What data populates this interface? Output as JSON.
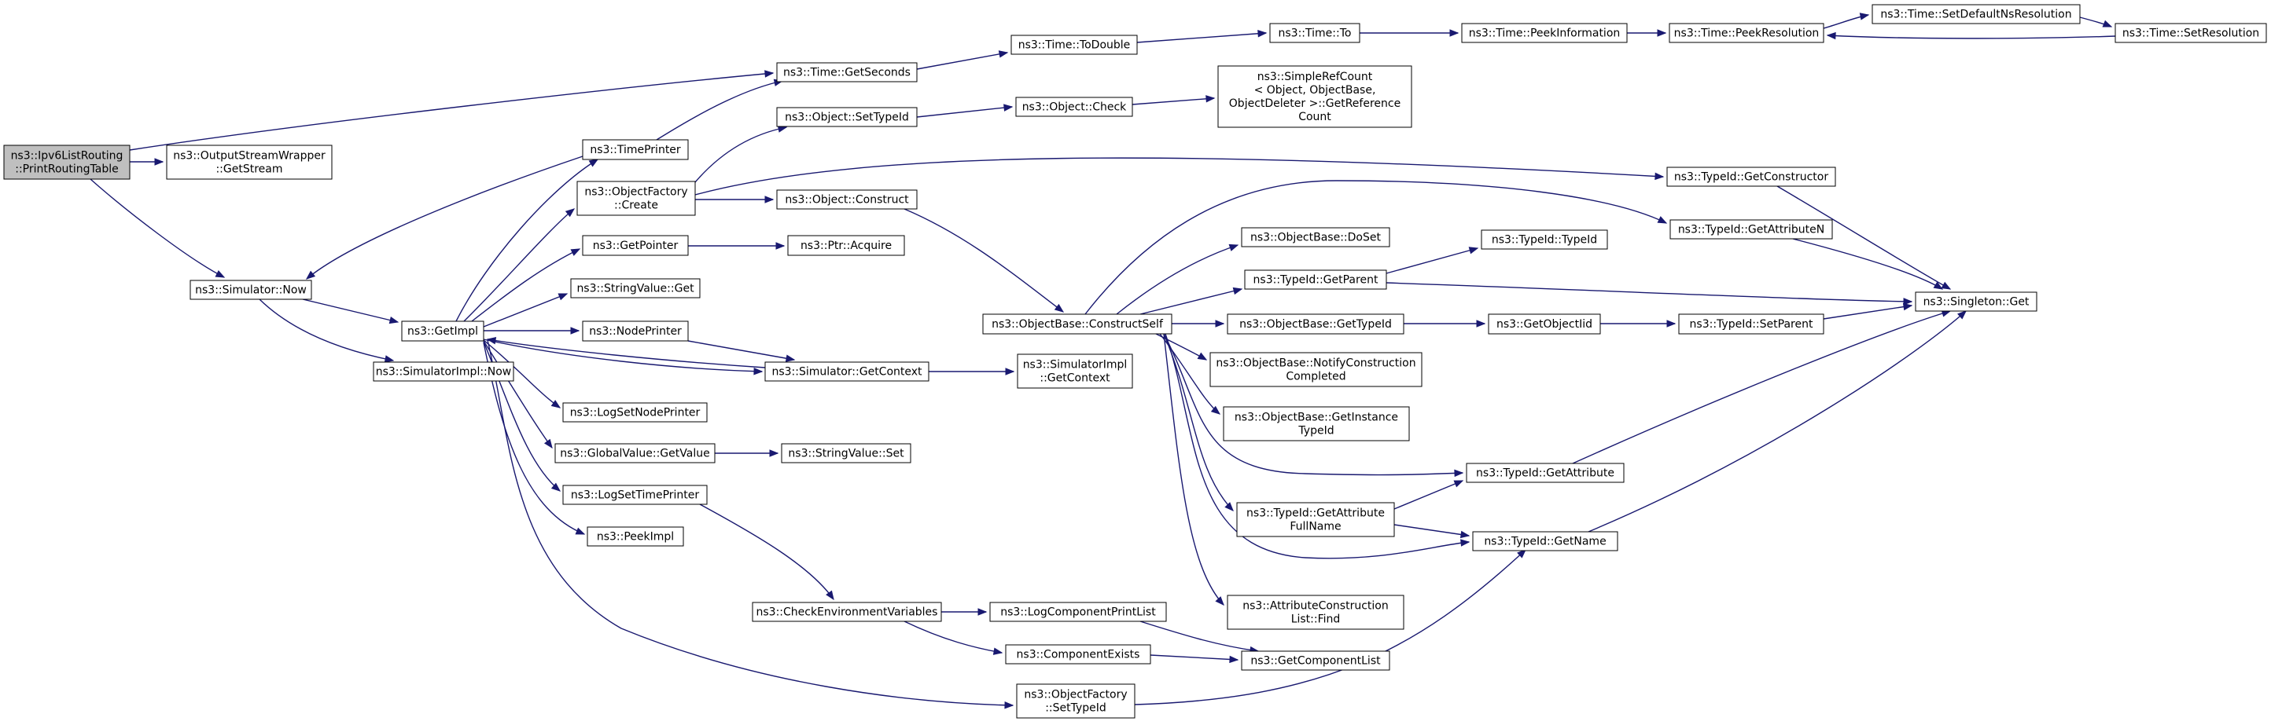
{
  "diagram": {
    "type": "call-graph",
    "colors": {
      "edge": "#191970",
      "root_fill": "#bfbfbf",
      "node_fill": "#ffffff",
      "node_border": "#000000"
    },
    "nodes": [
      {
        "id": "root",
        "lines": [
          "ns3::Ipv6ListRouting",
          "::PrintRoutingTable"
        ],
        "root": true
      },
      {
        "id": "osw",
        "lines": [
          "ns3::OutputStreamWrapper",
          "::GetStream"
        ]
      },
      {
        "id": "simnow",
        "lines": [
          "ns3::Simulator::Now"
        ]
      },
      {
        "id": "getimpl",
        "lines": [
          "ns3::GetImpl"
        ]
      },
      {
        "id": "simimplnow",
        "lines": [
          "ns3::SimulatorImpl::Now"
        ]
      },
      {
        "id": "timeprinter",
        "lines": [
          "ns3::TimePrinter"
        ]
      },
      {
        "id": "ofcreate",
        "lines": [
          "ns3::ObjectFactory",
          "::Create"
        ]
      },
      {
        "id": "getpointer",
        "lines": [
          "ns3::GetPointer"
        ]
      },
      {
        "id": "svget",
        "lines": [
          "ns3::StringValue::Get"
        ]
      },
      {
        "id": "nodeprinter",
        "lines": [
          "ns3::NodePrinter"
        ]
      },
      {
        "id": "logsetnode",
        "lines": [
          "ns3::LogSetNodePrinter"
        ]
      },
      {
        "id": "gvget",
        "lines": [
          "ns3::GlobalValue::GetValue"
        ]
      },
      {
        "id": "logsettime",
        "lines": [
          "ns3::LogSetTimePrinter"
        ]
      },
      {
        "id": "peekimpl",
        "lines": [
          "ns3::PeekImpl"
        ]
      },
      {
        "id": "getseconds",
        "lines": [
          "ns3::Time::GetSeconds"
        ]
      },
      {
        "id": "settypeid",
        "lines": [
          "ns3::Object::SetTypeId"
        ]
      },
      {
        "id": "objconstruct",
        "lines": [
          "ns3::Object::Construct"
        ]
      },
      {
        "id": "ptracquire",
        "lines": [
          "ns3::Ptr::Acquire"
        ]
      },
      {
        "id": "simgetctx",
        "lines": [
          "ns3::Simulator::GetContext"
        ]
      },
      {
        "id": "svset",
        "lines": [
          "ns3::StringValue::Set"
        ]
      },
      {
        "id": "checkenv",
        "lines": [
          "ns3::CheckEnvironmentVariables"
        ]
      },
      {
        "id": "todouble",
        "lines": [
          "ns3::Time::ToDouble"
        ]
      },
      {
        "id": "objcheck",
        "lines": [
          "ns3::Object::Check"
        ]
      },
      {
        "id": "constructself",
        "lines": [
          "ns3::ObjectBase::ConstructSelf"
        ]
      },
      {
        "id": "simimplgetctx",
        "lines": [
          "ns3::SimulatorImpl",
          "::GetContext"
        ]
      },
      {
        "id": "logcompprint",
        "lines": [
          "ns3::LogComponentPrintList"
        ]
      },
      {
        "id": "compexists",
        "lines": [
          "ns3::ComponentExists"
        ]
      },
      {
        "id": "ofsettypeid",
        "lines": [
          "ns3::ObjectFactory",
          "::SetTypeId"
        ]
      },
      {
        "id": "timeto",
        "lines": [
          "ns3::Time::To"
        ]
      },
      {
        "id": "simplerefcount",
        "lines": [
          "ns3::SimpleRefCount",
          "< Object, ObjectBase,",
          " ObjectDeleter >::GetReference",
          "Count"
        ]
      },
      {
        "id": "doset",
        "lines": [
          "ns3::ObjectBase::DoSet"
        ]
      },
      {
        "id": "getparent",
        "lines": [
          "ns3::TypeId::GetParent"
        ]
      },
      {
        "id": "obgettypeid",
        "lines": [
          "ns3::ObjectBase::GetTypeId"
        ]
      },
      {
        "id": "notifyconstruction",
        "lines": [
          "ns3::ObjectBase::NotifyConstruction",
          "Completed"
        ]
      },
      {
        "id": "getinstancetypeid",
        "lines": [
          "ns3::ObjectBase::GetInstance",
          "TypeId"
        ]
      },
      {
        "id": "getattrfullname",
        "lines": [
          "ns3::TypeId::GetAttribute",
          "FullName"
        ]
      },
      {
        "id": "acl_find",
        "lines": [
          "ns3::AttributeConstruction",
          "List::Find"
        ]
      },
      {
        "id": "getcomplist",
        "lines": [
          "ns3::GetComponentList"
        ]
      },
      {
        "id": "peekinfo",
        "lines": [
          "ns3::Time::PeekInformation"
        ]
      },
      {
        "id": "typeidctor",
        "lines": [
          "ns3::TypeId::TypeId"
        ]
      },
      {
        "id": "getobjectiid",
        "lines": [
          "ns3::GetObjectIid"
        ]
      },
      {
        "id": "getattribute",
        "lines": [
          "ns3::TypeId::GetAttribute"
        ]
      },
      {
        "id": "getname",
        "lines": [
          "ns3::TypeId::GetName"
        ]
      },
      {
        "id": "peekres",
        "lines": [
          "ns3::Time::PeekResolution"
        ]
      },
      {
        "id": "getctor",
        "lines": [
          "ns3::TypeId::GetConstructor"
        ]
      },
      {
        "id": "getattrn",
        "lines": [
          "ns3::TypeId::GetAttributeN"
        ]
      },
      {
        "id": "setparent",
        "lines": [
          "ns3::TypeId::SetParent"
        ]
      },
      {
        "id": "setdefaultns",
        "lines": [
          "ns3::Time::SetDefaultNsResolution"
        ]
      },
      {
        "id": "setres",
        "lines": [
          "ns3::Time::SetResolution"
        ]
      },
      {
        "id": "singleton",
        "lines": [
          "ns3::Singleton::Get"
        ]
      }
    ],
    "edges": [
      [
        "root",
        "osw"
      ],
      [
        "root",
        "simnow"
      ],
      [
        "root",
        "getseconds"
      ],
      [
        "simnow",
        "getimpl"
      ],
      [
        "simnow",
        "simimplnow"
      ],
      [
        "getimpl",
        "timeprinter"
      ],
      [
        "getimpl",
        "ofcreate"
      ],
      [
        "getimpl",
        "getpointer"
      ],
      [
        "getimpl",
        "svget"
      ],
      [
        "getimpl",
        "nodeprinter"
      ],
      [
        "getimpl",
        "logsetnode"
      ],
      [
        "getimpl",
        "gvget"
      ],
      [
        "getimpl",
        "logsettime"
      ],
      [
        "getimpl",
        "peekimpl"
      ],
      [
        "getimpl",
        "simgetctx"
      ],
      [
        "getimpl",
        "ofsettypeid"
      ],
      [
        "timeprinter",
        "simnow"
      ],
      [
        "timeprinter",
        "getseconds"
      ],
      [
        "ofcreate",
        "settypeid"
      ],
      [
        "ofcreate",
        "objconstruct"
      ],
      [
        "ofcreate",
        "getctor"
      ],
      [
        "getpointer",
        "ptracquire"
      ],
      [
        "nodeprinter",
        "simgetctx"
      ],
      [
        "simgetctx",
        "getimpl"
      ],
      [
        "simgetctx",
        "simimplgetctx"
      ],
      [
        "gvget",
        "svset"
      ],
      [
        "logsettime",
        "checkenv"
      ],
      [
        "checkenv",
        "logcompprint"
      ],
      [
        "checkenv",
        "compexists"
      ],
      [
        "logcompprint",
        "getcomplist"
      ],
      [
        "compexists",
        "getcomplist"
      ],
      [
        "getseconds",
        "todouble"
      ],
      [
        "todouble",
        "timeto"
      ],
      [
        "timeto",
        "peekinfo"
      ],
      [
        "peekinfo",
        "peekres"
      ],
      [
        "peekres",
        "setdefaultns"
      ],
      [
        "setdefaultns",
        "setres"
      ],
      [
        "setres",
        "peekres"
      ],
      [
        "settypeid",
        "objcheck"
      ],
      [
        "objcheck",
        "simplerefcount"
      ],
      [
        "objconstruct",
        "constructself"
      ],
      [
        "constructself",
        "getattrn"
      ],
      [
        "constructself",
        "doset"
      ],
      [
        "constructself",
        "getparent"
      ],
      [
        "constructself",
        "obgettypeid"
      ],
      [
        "constructself",
        "notifyconstruction"
      ],
      [
        "constructself",
        "getinstancetypeid"
      ],
      [
        "constructself",
        "getattribute"
      ],
      [
        "constructself",
        "getattrfullname"
      ],
      [
        "constructself",
        "getname"
      ],
      [
        "constructself",
        "acl_find"
      ],
      [
        "getparent",
        "typeidctor"
      ],
      [
        "getparent",
        "singleton"
      ],
      [
        "obgettypeid",
        "getobjectiid"
      ],
      [
        "getobjectiid",
        "setparent"
      ],
      [
        "setparent",
        "singleton"
      ],
      [
        "getattrfullname",
        "getattribute"
      ],
      [
        "getattrfullname",
        "getname"
      ],
      [
        "getattribute",
        "singleton"
      ],
      [
        "getname",
        "singleton"
      ],
      [
        "getctor",
        "singleton"
      ],
      [
        "getattrn",
        "singleton"
      ],
      [
        "ofsettypeid",
        "getname"
      ]
    ]
  }
}
